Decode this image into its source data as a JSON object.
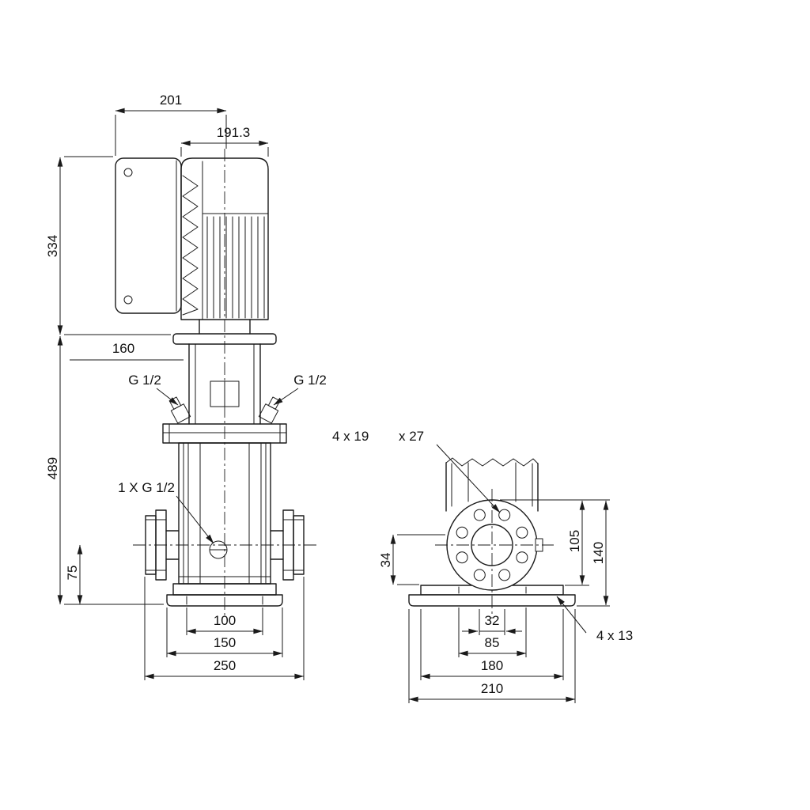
{
  "drawing": {
    "background": "#ffffff",
    "line_color": "#1a1a1a",
    "views": {
      "side": {
        "label": "side-elevation",
        "dims": {
          "control_box_to_center": "201",
          "motor_width": "191.3",
          "motor_height": "334",
          "stool_width": "160",
          "pump_height": "489",
          "gauge_port_left": "G 1/2",
          "gauge_port_right": "G 1/2",
          "drain_port": "1 X G 1/2",
          "port_center_height": "75",
          "base_bolt_span": "100",
          "base_foot_width": "150",
          "port_to_port": "250"
        }
      },
      "end": {
        "label": "end-elevation",
        "dims": {
          "flange_bolt_note_a": "4 x 19",
          "flange_bolt_note_b": "x 27",
          "base_step_height": "34",
          "flange_to_base_top": "105",
          "flange_to_base_bottom": "140",
          "bore_span": "32",
          "base_bolt_span": "85",
          "base_plate_width": "180",
          "base_foot_width": "210",
          "base_bolt_note": "4 x 13"
        }
      }
    }
  }
}
